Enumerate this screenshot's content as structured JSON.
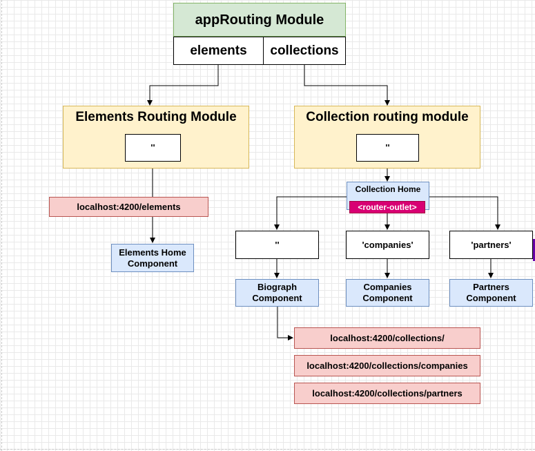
{
  "app_routing": {
    "title": "appRouting Module",
    "cells": [
      "elements",
      "collections"
    ]
  },
  "elements_module": {
    "title": "Elements Routing Module",
    "path": "''",
    "url": "localhost:4200/elements",
    "component": "Elements Home Component"
  },
  "collection_module": {
    "title": "Collection routing module",
    "path": "''",
    "home": "Collection Home",
    "outlet": "<router-outlet>"
  },
  "child_routes": [
    {
      "path": "''",
      "component": "Biograph Component"
    },
    {
      "path": "'companies'",
      "component": "Companies Component"
    },
    {
      "path": "'partners'",
      "component": "Partners Component"
    }
  ],
  "collection_urls": [
    "localhost:4200/collections/",
    "localhost:4200/collections/companies",
    "localhost:4200/collections/partners"
  ]
}
